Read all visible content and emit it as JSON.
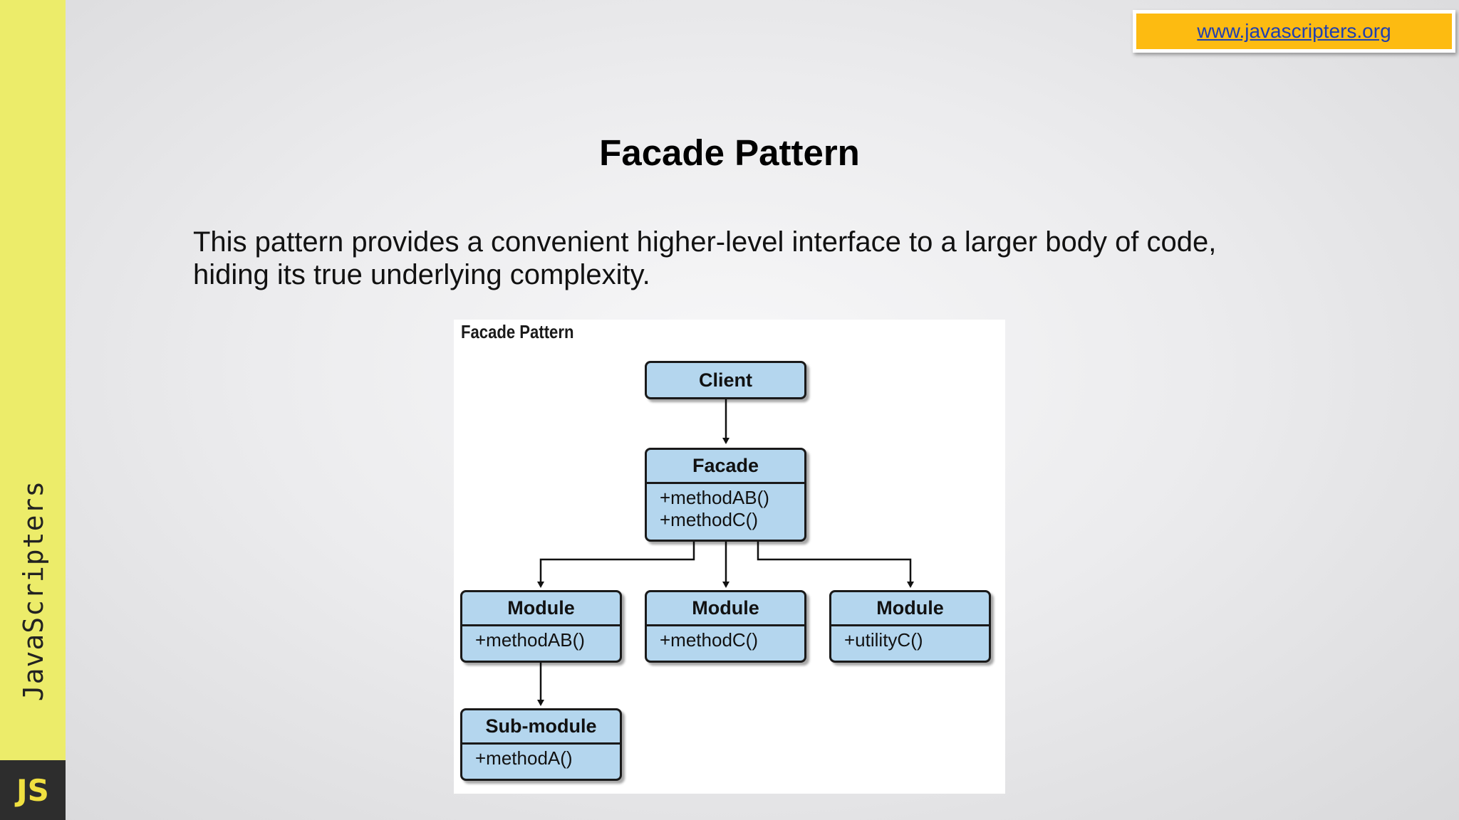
{
  "sidebar": {
    "brand": "JavaScripters",
    "logo": "JS"
  },
  "header": {
    "url": "www.javascripters.org"
  },
  "slide": {
    "title": "Facade Pattern",
    "description": "This pattern provides a convenient higher-level interface to a larger body of code, hiding its true underlying complexity."
  },
  "diagram": {
    "label": "Facade Pattern",
    "client": {
      "name": "Client"
    },
    "facade": {
      "name": "Facade",
      "methods": [
        "+methodAB()",
        "+methodC()"
      ]
    },
    "module_a": {
      "name": "Module",
      "methods": [
        "+methodAB()"
      ]
    },
    "module_b": {
      "name": "Module",
      "methods": [
        "+methodC()"
      ]
    },
    "module_c": {
      "name": "Module",
      "methods": [
        "+utilityC()"
      ]
    },
    "submodule": {
      "name": "Sub-module",
      "methods": [
        "+methodA()"
      ]
    }
  },
  "colors": {
    "sidebar": "#ecec6a",
    "url_box": "#fdbb11",
    "box_fill": "#b4d6ee",
    "logo_text": "#f0e040"
  }
}
